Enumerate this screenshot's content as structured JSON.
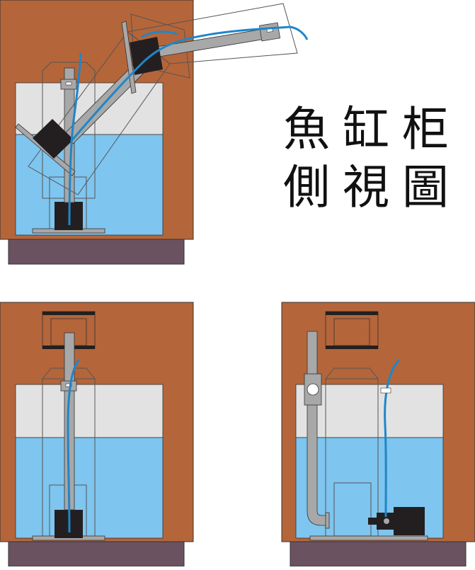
{
  "title": {
    "line1": "魚缸柜",
    "line2": "側視圖"
  },
  "colors": {
    "cabinet": "#b5653a",
    "base": "#6b5260",
    "water": "#7ec5ef",
    "air_gap": "#e2e2e2",
    "pipe": "#a8a8a8",
    "tube": "#1f86c9",
    "pump": "#231f20",
    "outline": "#333333"
  },
  "panels": [
    {
      "id": "tilted-skimmer-view"
    },
    {
      "id": "front-skimmer-view"
    },
    {
      "id": "side-skimmer-view"
    }
  ]
}
